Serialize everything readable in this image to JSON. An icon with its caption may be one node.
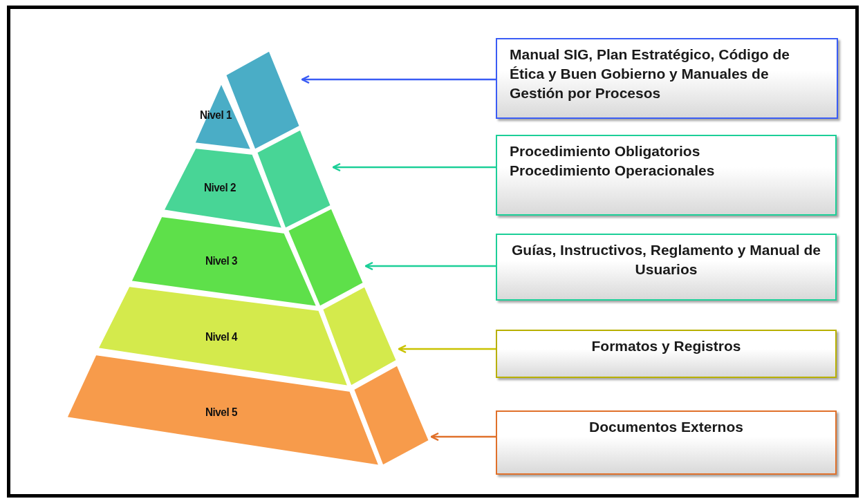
{
  "diagram": {
    "nodes": [
      {
        "text": [
          "Nivel 1"
        ]
      },
      {
        "text": [
          "Nivel 2"
        ]
      },
      {
        "text": [
          "Nivel 3"
        ]
      },
      {
        "text": [
          "Nivel 4"
        ]
      },
      {
        "text": [
          "Nivel 5"
        ]
      },
      {
        "text": [
          "Manual SIG, Plan Estratégico, Código de Ética y Buen Gobierno y Manuales de Gestión por Procesos"
        ]
      },
      {
        "text": [
          "Procedimiento Obligatorios",
          "Procedimiento Operacionales"
        ]
      },
      {
        "text": [
          "Guías, Instructivos, Reglamento y Manual de Usuarios"
        ]
      },
      {
        "text": [
          "Formatos y Registros"
        ]
      },
      {
        "text": [
          "Documentos Externos"
        ]
      }
    ],
    "edges": [
      {
        "from": 5,
        "to": 0,
        "arrow": "to",
        "color": "#3a5cf5"
      },
      {
        "from": 6,
        "to": 1,
        "arrow": "to",
        "color": "#1ccf98"
      },
      {
        "from": 7,
        "to": 2,
        "arrow": "to",
        "color": "#1ccf98"
      },
      {
        "from": 8,
        "to": 3,
        "arrow": "to",
        "color": "#c9c200"
      },
      {
        "from": 9,
        "to": 4,
        "arrow": "to",
        "color": "#e0702a"
      }
    ]
  }
}
